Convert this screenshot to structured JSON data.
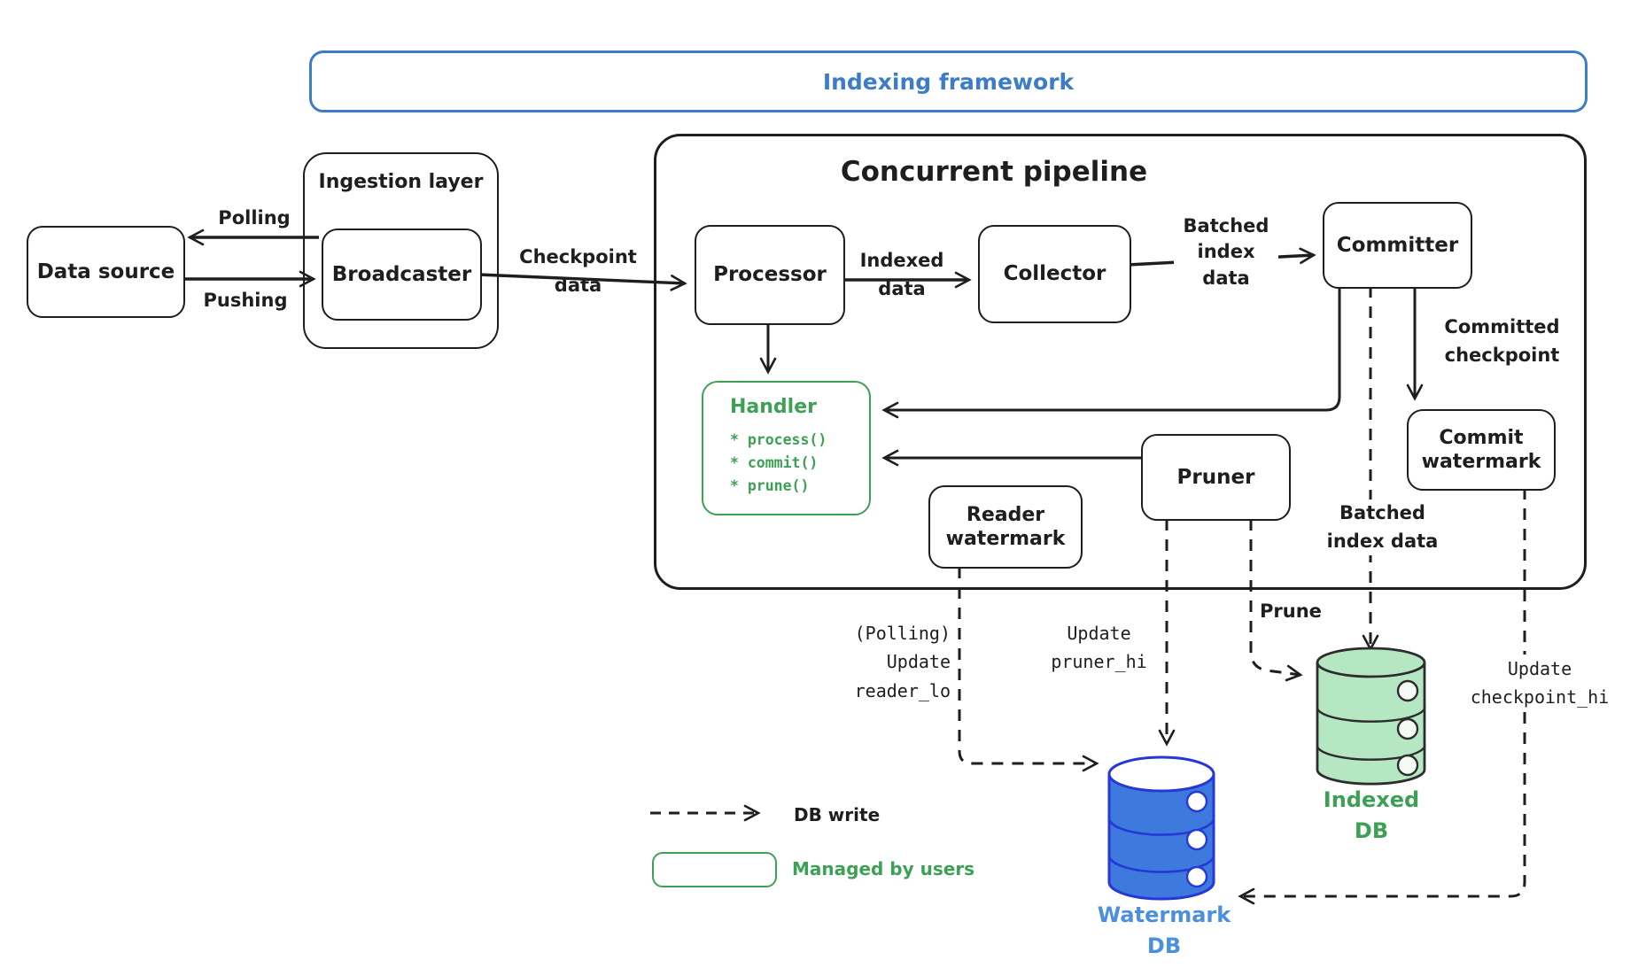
{
  "banner": {
    "title": "Indexing framework"
  },
  "containers": {
    "ingestion_layer": "Ingestion layer",
    "concurrent_pipeline": "Concurrent pipeline"
  },
  "nodes": {
    "data_source": "Data source",
    "broadcaster": "Broadcaster",
    "processor": "Processor",
    "collector": "Collector",
    "committer": "Committer",
    "commit_watermark": "Commit\nwatermark",
    "pruner": "Pruner",
    "reader_watermark": "Reader\nwatermark"
  },
  "handler": {
    "title": "Handler",
    "methods": [
      "* process()",
      "* commit()",
      "* prune()"
    ]
  },
  "edge_labels": {
    "polling": "Polling",
    "pushing": "Pushing",
    "checkpoint_data": "Checkpoint\ndata",
    "indexed_data": "Indexed\ndata",
    "batched_index_data": "Batched\nindex\ndata",
    "committed_checkpoint": "Committed\ncheckpoint",
    "batched_index_data_2": "Batched\nindex data",
    "prune": "Prune",
    "update_reader_lo": "(Polling)\nUpdate\nreader_lo",
    "update_pruner_hi": "Update\npruner_hi",
    "update_checkpoint_hi": "Update\ncheckpoint_hi"
  },
  "databases": {
    "watermark_db": "Watermark\nDB",
    "indexed_db": "Indexed\nDB"
  },
  "legend": {
    "db_write": "DB write",
    "managed_by_users": "Managed by users"
  },
  "colors": {
    "stroke": "#1e1e1e",
    "accent_blue": "#3d7cc9",
    "green": "#3da155",
    "green_fill": "#b5e8c2",
    "blue_cyl_fill": "#3e79de",
    "blue_cyl_stroke": "#2638d6",
    "watermark_label_blue": "#4a90dd"
  }
}
